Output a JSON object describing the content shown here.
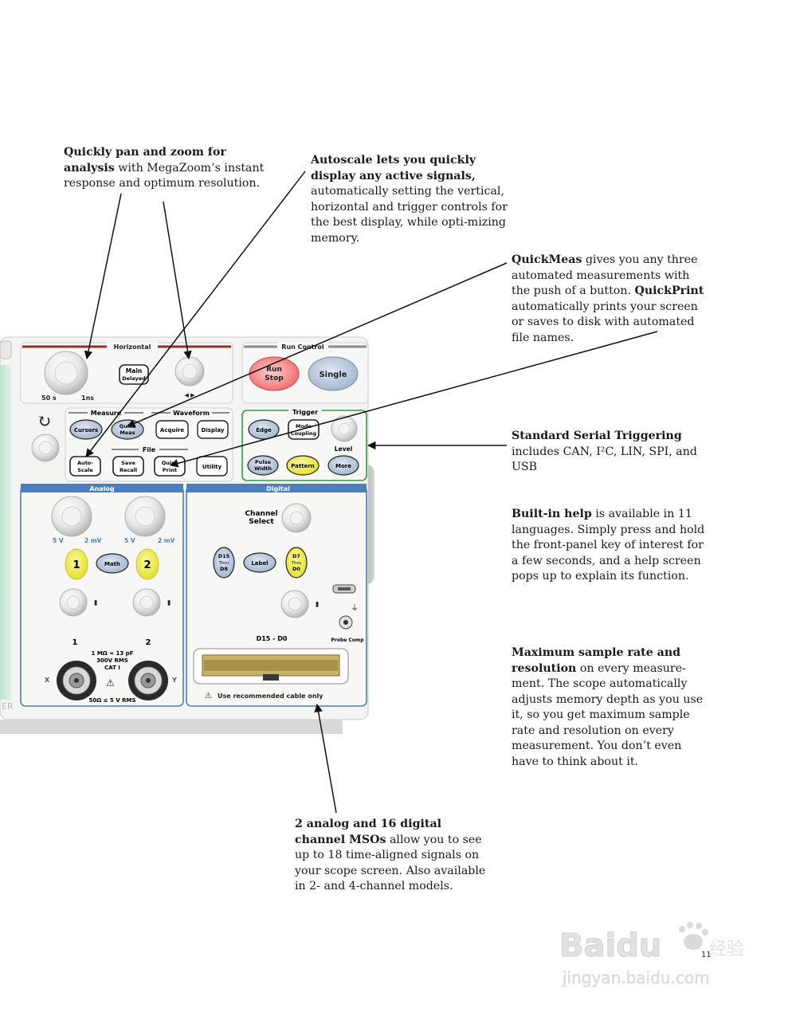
{
  "annotations": {
    "pan_zoom": {
      "bold": "Quickly pan and zoom for analysis",
      "rest": " with MegaZoom’s instant response and optimum resolution."
    },
    "autoscale": {
      "bold": "Autoscale lets you quickly display any active signals,",
      "rest": " automatically setting the vertical, horizontal and trigger controls for the best display, while opti-mizing memory."
    },
    "quickmeas": {
      "bold1": "QuickMeas",
      "rest1": " gives you any three automated measurements with the push of a button. ",
      "bold2": "QuickPrint",
      "rest2": " automatically prints your screen or saves to disk with automated file names."
    },
    "serial": {
      "bold": "Standard Serial Triggering",
      "rest": " includes CAN, I²C, LIN, SPI, and USB"
    },
    "help": {
      "bold": "Built-in help",
      "rest": " is available in 11 languages. Simply press and hold the front-panel key of interest for a few seconds, and a help screen pops up to explain its function."
    },
    "sample": {
      "bold": "Maximum sample rate and resolution",
      "rest": " on every measure-ment. The scope automatically adjusts memory depth as you use it, so you get maximum sample rate and resolution on every measurement. You don’t even have to think about it."
    },
    "msos": {
      "bold": "2 analog and 16 digital channel MSOs",
      "rest": " allow you to see up to 18 time-aligned signals on your scope screen. Also available in 2- and 4-channel models."
    }
  },
  "panel": {
    "horizontal": {
      "title": "Horizontal",
      "left_min": "50 s",
      "left_max": "1ns",
      "main_top": "Main",
      "main_bottom": "Delayed",
      "arrows": "◀ ▶"
    },
    "run_control": {
      "title": "Run Control",
      "run_top": "Run",
      "run_bottom": "Stop",
      "single": "Single"
    },
    "measure": {
      "title": "Measure",
      "cursors": "Cursors",
      "quick_top": "Quick",
      "quick_bottom": "Meas"
    },
    "waveform": {
      "title": "Waveform",
      "acquire": "Acquire",
      "display": "Display"
    },
    "file": {
      "title": "File",
      "save_top": "Save",
      "save_bottom": "Recall",
      "print_top": "Quick",
      "print_bottom": "Print",
      "utility": "Utility"
    },
    "autoscale": {
      "top": "Auto-",
      "bottom": "Scale"
    },
    "trigger": {
      "title": "Trigger",
      "edge": "Edge",
      "mode_top": "Mode",
      "mode_bottom": "Coupling",
      "level": "Level",
      "pulse_top": "Pulse",
      "pulse_bottom": "Width",
      "pattern": "Pattern",
      "more": "More"
    },
    "analog": {
      "title": "Analog",
      "v1": "5 V",
      "mv1": "2 mV",
      "v2": "5 V",
      "mv2": "2 mV",
      "ch1": "1",
      "math": "Math",
      "ch2": "2",
      "num1": "1",
      "num2": "2",
      "spec1": "1 MΩ ≈ 13 pF",
      "spec2": "300V  RMS",
      "spec3": "CAT Ⅰ",
      "spec4": "50Ω ≤ 5 V RMS",
      "x": "X",
      "y": "Y"
    },
    "digital": {
      "title": "Digital",
      "channel_top": "Channel",
      "channel_bottom": "Select",
      "d15_1": "D15",
      "d15_2": "Thru",
      "d15_3": "D8",
      "label": "Label",
      "d7_1": "D7",
      "d7_2": "Thru",
      "d7_3": "D0",
      "range": "D15 - D0",
      "probe": "Probe Comp",
      "cable": "Use recommended cable only"
    },
    "brand_fragment": "ER"
  },
  "page_number": "11",
  "watermark": {
    "logo": "Baidu",
    "logo_cn": "经验",
    "url": "jingyan.baidu.com"
  },
  "colors": {
    "horizontal_rule": "#9a2b2b",
    "run_rule": "#8a8a8a",
    "trigger_green": "#2f9e44",
    "analog_blue": "#4a7fc0",
    "yellow_key": "#f3ef4a",
    "blue_key": "#a9bcd6",
    "run_red": "#ef6b6b"
  }
}
